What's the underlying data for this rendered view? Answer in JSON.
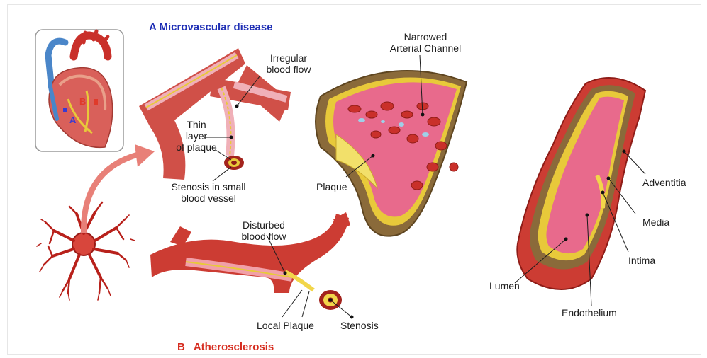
{
  "panels": {
    "a": {
      "letter": "A",
      "title": "Microvascular disease"
    },
    "b": {
      "letter": "B",
      "title": "Atherosclerosis"
    }
  },
  "inset": {
    "label_a": "A",
    "label_b": "B"
  },
  "labels": {
    "irregular_1": "Irregular",
    "irregular_2": "blood flow",
    "thin_1": "Thin",
    "thin_2": "layer",
    "thin_3": "of plaque",
    "stenosis_small_1": "Stenosis in small",
    "stenosis_small_2": "blood vessel",
    "narrowed_1": "Narrowed",
    "narrowed_2": "Arterial Channel",
    "plaque": "Plaque",
    "disturbed_1": "Disturbed",
    "disturbed_2": "blood flow",
    "local_plaque": "Local Plaque",
    "stenosis": "Stenosis",
    "adventitia": "Adventitia",
    "media": "Media",
    "intima": "Intima",
    "lumen": "Lumen",
    "endothelium": "Endothelium"
  },
  "colors": {
    "title_a": "#1f2fb5",
    "title_b": "#d62d20",
    "vessel_red": "#c9302a",
    "vessel_dark": "#8e1c17",
    "media_brown": "#8a6a3a",
    "intima_yellow": "#e8c93a",
    "lumen_pink": "#e86a8c",
    "arrow_pink": "#e88078"
  }
}
